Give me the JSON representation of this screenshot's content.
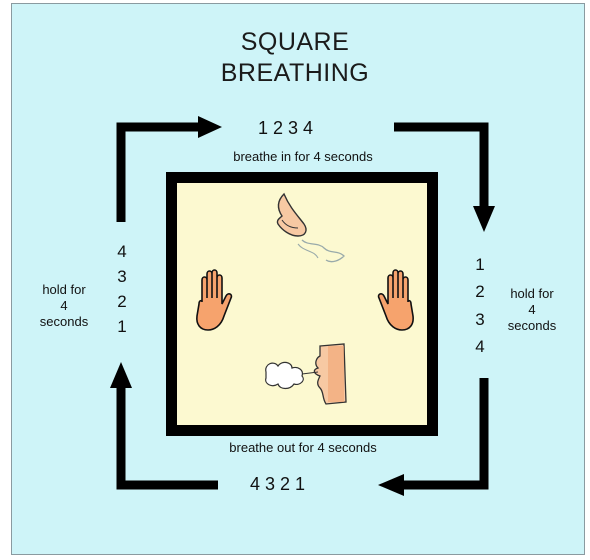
{
  "title": {
    "line1": "SQUARE",
    "line2": "BREATHING"
  },
  "top": {
    "count": "1   2   3   4",
    "label": "breathe in for 4 seconds"
  },
  "bottom": {
    "count": "4    3    2    1",
    "label": "breathe out for 4 seconds"
  },
  "left": {
    "count": [
      "4",
      "3",
      "2",
      "1"
    ],
    "label_line1": "hold for",
    "label_line2": "4",
    "label_line3": "seconds"
  },
  "right": {
    "count": [
      "1",
      "2",
      "3",
      "4"
    ],
    "label_line1": "hold for",
    "label_line2": "4",
    "label_line3": "seconds"
  },
  "icons": [
    "nose-icon",
    "hand-left-icon",
    "hand-right-icon",
    "mouth-exhale-icon"
  ],
  "colors": {
    "background": "#cef4f8",
    "square_fill": "#fcf9d0",
    "arrow": "#000000",
    "skin": "#f6a36d"
  }
}
